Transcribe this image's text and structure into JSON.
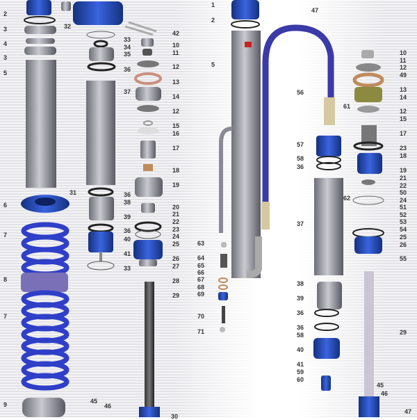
{
  "diagram": {
    "type": "exploded-parts-diagram",
    "colors": {
      "anodized_blue": "#1f46b8",
      "spring_blue": "#2f3fc8",
      "hose_purple": "#3a3aa8",
      "steel": "#9a9aa3",
      "bronze": "#c08a5a"
    },
    "labels": [
      "2",
      "3",
      "4",
      "3",
      "5",
      "32",
      "6",
      "31",
      "7",
      "8",
      "7",
      "9",
      "45",
      "46",
      "33",
      "42",
      "34",
      "35",
      "36",
      "37",
      "36",
      "38",
      "39",
      "36",
      "40",
      "41",
      "33",
      "10",
      "11",
      "12",
      "13",
      "14",
      "12",
      "15",
      "16",
      "17",
      "18",
      "19",
      "20",
      "21",
      "22",
      "23",
      "24",
      "25",
      "26",
      "27",
      "28",
      "29",
      "30",
      "1",
      "47",
      "2",
      "5",
      "56",
      "61",
      "57",
      "58",
      "36",
      "62",
      "10",
      "11",
      "12",
      "49",
      "13",
      "14",
      "12",
      "15",
      "17",
      "23",
      "18",
      "19",
      "21",
      "22",
      "50",
      "24",
      "51",
      "52",
      "53",
      "54",
      "25",
      "26",
      "55",
      "29",
      "45",
      "46",
      "47",
      "63",
      "64",
      "65",
      "66",
      "67",
      "68",
      "69",
      "70",
      "71",
      "37",
      "38",
      "39",
      "36",
      "36",
      "58",
      "40",
      "41",
      "59",
      "60"
    ]
  }
}
